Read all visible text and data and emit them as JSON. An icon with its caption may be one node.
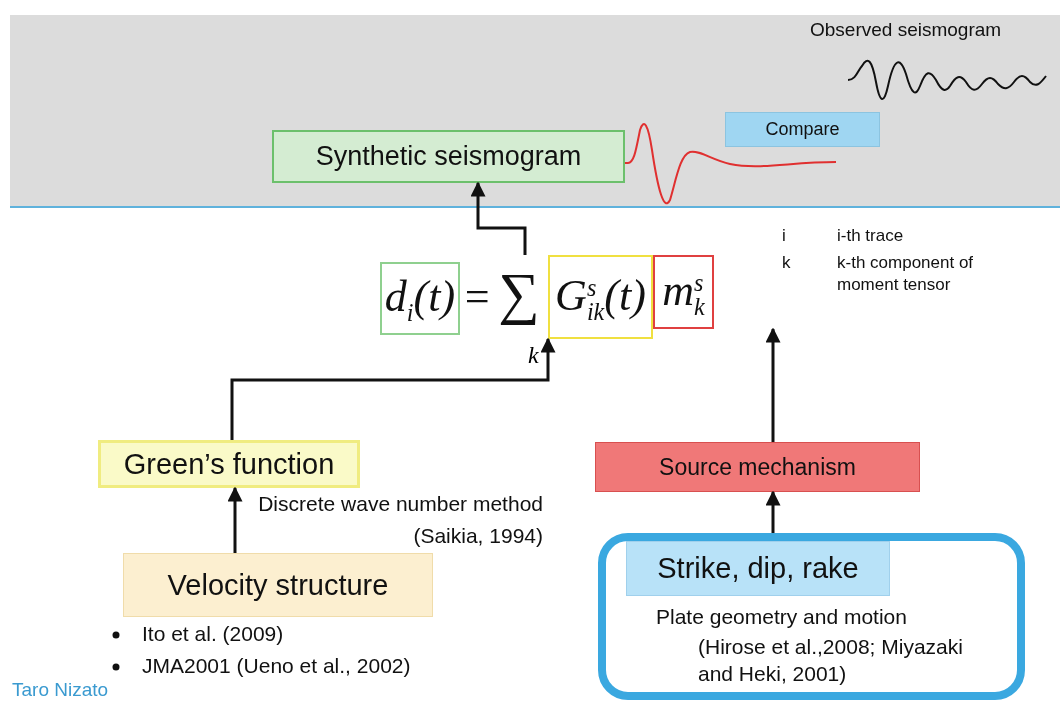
{
  "diagram": {
    "nodes": [
      {
        "text": [
          "Synthetic seismogram"
        ]
      },
      {
        "text": [
          "Compare"
        ]
      },
      {
        "text": [
          "d$_{i}$(t)"
        ]
      },
      {
        "text": [
          "∑"
        ],
        "beside": [
          "k"
        ]
      },
      {
        "text": [
          "G$^{s}$$_{ik}$(t)"
        ]
      },
      {
        "text": [
          "m$^{s}$$_{k}$"
        ]
      },
      {
        "text": [
          "Green’s function"
        ]
      },
      {
        "text": [
          "Source mechanism"
        ]
      },
      {
        "text": [
          "Velocity structure"
        ]
      },
      {
        "text": [
          "Plate geometry and motion",
          "(Hirose et al.,2008; Miyazaki and Heki, 2001)"
        ]
      },
      {
        "text": [
          "Strike, dip, rake"
        ],
        "in": 9
      }
    ],
    "edges": [
      {
        "from": 3,
        "to": 0,
        "arrow": "to"
      },
      {
        "from": 6,
        "to": 4,
        "arrow": "to"
      },
      {
        "from": 7,
        "to": 5,
        "arrow": "to"
      },
      {
        "from": 8,
        "to": 6,
        "arrow": "to",
        "label": "Discrete wave number method (Saikia, 1994)"
      },
      {
        "from": 9,
        "to": 7,
        "arrow": "to"
      }
    ],
    "labels": [
      "Observed seismogram",
      "=",
      "i",
      "i-th trace",
      "k",
      "k-th component of moment tensor",
      "Ito et al. (2009)",
      "JMA2001 (Ueno et al., 2002)",
      "Taro Nizato"
    ]
  }
}
